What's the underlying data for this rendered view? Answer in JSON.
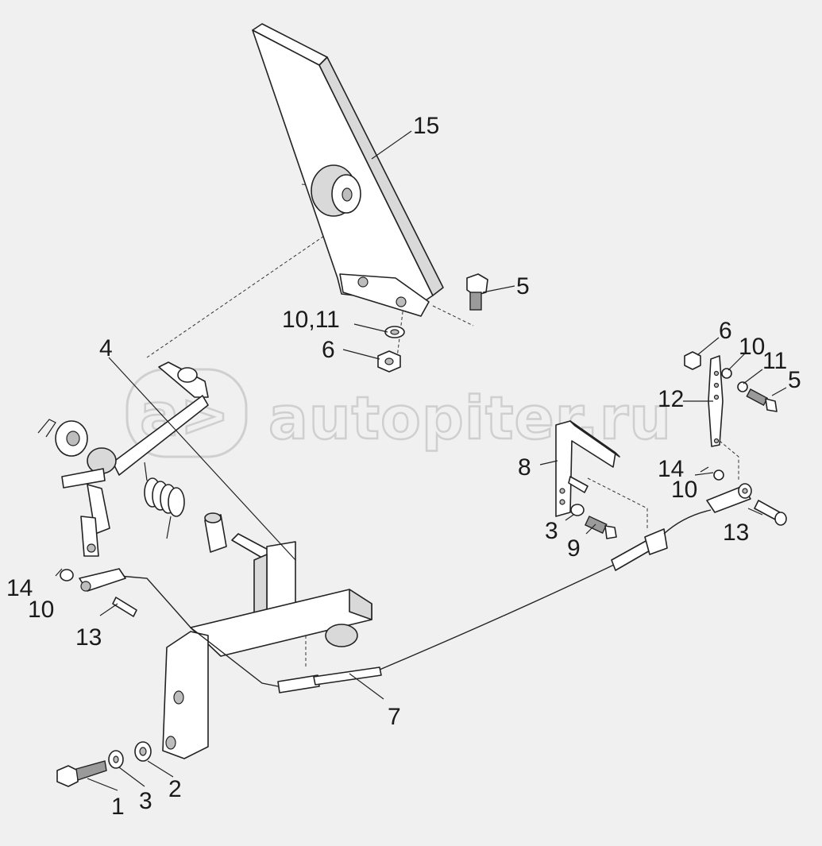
{
  "diagram": {
    "callouts": {
      "c15": "15",
      "c5_top": "5",
      "c1011_top": "10,11",
      "c6_top": "6",
      "c4": "4",
      "c6_right": "6",
      "c10_right": "10",
      "c11_right": "11",
      "c5_right": "5",
      "c12": "12",
      "c8": "8",
      "c14_right": "14",
      "c10_right2": "10",
      "c13_right": "13",
      "c3_mid": "3",
      "c9": "9",
      "c14_left": "14",
      "c10_left": "10",
      "c13_left": "13",
      "c7": "7",
      "c1": "1",
      "c3_bottom": "3",
      "c2": "2"
    },
    "watermark": "autopiter.ru",
    "watermark_logo": "a>"
  },
  "colors": {
    "background": "#f0f0f0",
    "line": "#222222",
    "watermark": "#cfcfcf"
  }
}
